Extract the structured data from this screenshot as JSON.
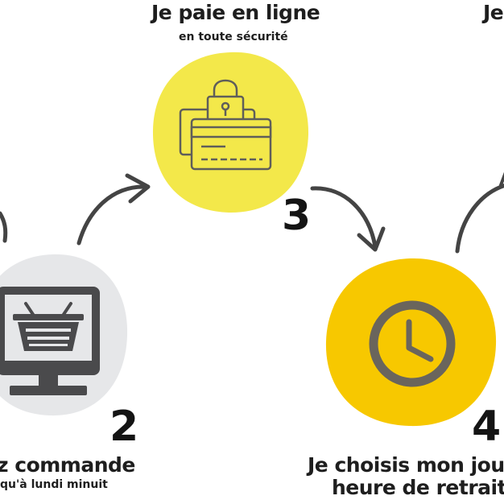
{
  "steps": [
    {
      "number": "2",
      "title": "z commande",
      "subtitle": "qu'à lundi minuit",
      "icon": "computer-basket-icon",
      "color": "#e6e7e9"
    },
    {
      "number": "3",
      "title": "Je paie en ligne",
      "subtitle": "en toute sécurité",
      "icon": "credit-card-lock-icon",
      "color": "#f3e84a"
    },
    {
      "number": "4",
      "title_line1": "Je choisis mon jour e",
      "title_line2": "heure de retrait",
      "icon": "clock-icon",
      "color": "#f7c800"
    }
  ],
  "partial_title_right": "Je"
}
